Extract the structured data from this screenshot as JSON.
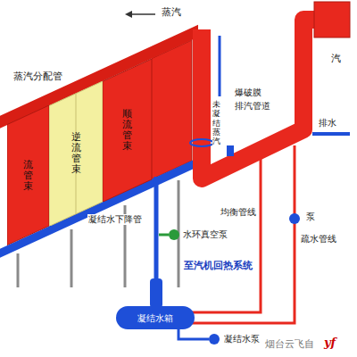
{
  "diagram": {
    "nodes": [
      {
        "text": [
          "流管束"
        ]
      },
      {
        "text": [
          "逆流管束"
        ]
      },
      {
        "text": [
          "顺流管束"
        ]
      },
      {
        "text": [
          "凝结水箱"
        ]
      }
    ],
    "labels": [
      "蒸汽",
      "蒸汽分配管",
      "未凝结蒸汽",
      "爆破膜",
      "排汽管道",
      "汽",
      "排水",
      "凝结水下降管",
      "水环真空泵",
      "均衡管线",
      "疏水管线",
      "泵",
      "至汽机回热系统",
      "凝结水泵",
      "烟台云飞自",
      "yf"
    ]
  }
}
